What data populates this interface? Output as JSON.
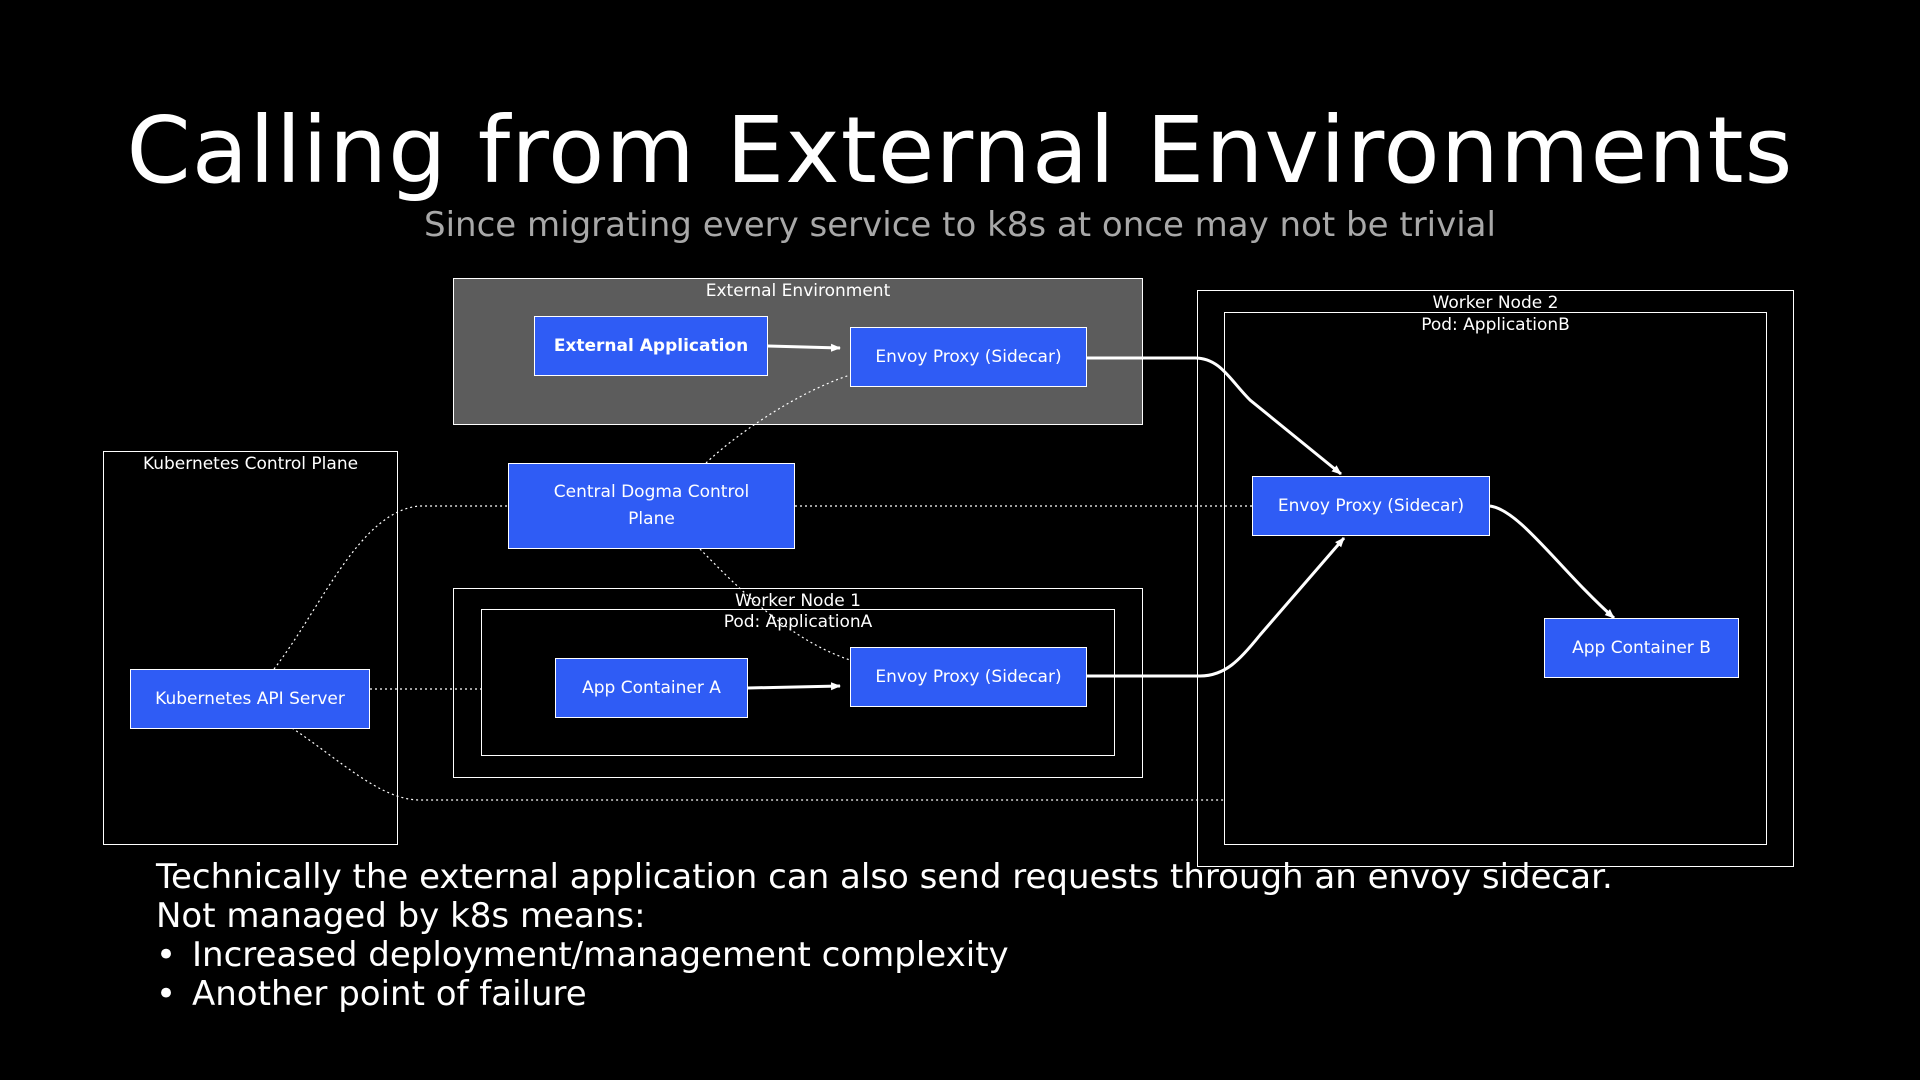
{
  "slide": {
    "title": "Calling from External Environments",
    "subtitle": "Since migrating every service to k8s at once may not be trivial"
  },
  "diagram": {
    "colors": {
      "node_fill": "#2f5cf5",
      "external_env_fill": "#5c5c5c",
      "background": "#000000",
      "edge": "#ffffff"
    },
    "groups": {
      "external_env": "External Environment",
      "k8s_control_plane": "Kubernetes Control Plane",
      "worker_node_1": "Worker Node 1",
      "pod_application_a": "Pod: ApplicationA",
      "worker_node_2": "Worker Node 2",
      "pod_application_b": "Pod: ApplicationB"
    },
    "nodes": {
      "external_application": "External Application",
      "envoy_proxy_external": "Envoy Proxy (Sidecar)",
      "central_dogma": "Central Dogma Control Plane",
      "kubernetes_api_server": "Kubernetes API Server",
      "app_container_a": "App Container A",
      "envoy_proxy_a": "Envoy Proxy (Sidecar)",
      "envoy_proxy_b": "Envoy Proxy (Sidecar)",
      "app_container_b": "App Container B"
    },
    "edges": [
      {
        "from": "External Application",
        "to": "Envoy Proxy (Sidecar)",
        "style": "solid"
      },
      {
        "from": "Envoy Proxy (Sidecar)",
        "to": "Envoy Proxy (Sidecar)",
        "style": "solid"
      },
      {
        "from": "App Container A",
        "to": "Envoy Proxy (Sidecar)",
        "style": "solid"
      },
      {
        "from": "Envoy Proxy (Sidecar)",
        "to": "Envoy Proxy (Sidecar)",
        "style": "solid"
      },
      {
        "from": "Envoy Proxy (Sidecar)",
        "to": "App Container B",
        "style": "solid"
      },
      {
        "from": "Central Dogma Control Plane",
        "to": "Envoy Proxy (Sidecar)",
        "style": "dotted"
      },
      {
        "from": "Central Dogma Control Plane",
        "to": "Envoy Proxy (Sidecar)",
        "style": "dotted"
      },
      {
        "from": "Central Dogma Control Plane",
        "to": "Envoy Proxy (Sidecar)",
        "style": "dotted"
      },
      {
        "from": "Kubernetes API Server",
        "to": "Central Dogma Control Plane",
        "style": "dotted"
      },
      {
        "from": "Kubernetes API Server",
        "to": "Pod: ApplicationA",
        "style": "dotted"
      },
      {
        "from": "Kubernetes API Server",
        "to": "Pod: ApplicationB",
        "style": "dotted"
      }
    ]
  },
  "notes": {
    "line1": "Technically the external application can also send requests through an envoy sidecar.",
    "line2": "Not managed by k8s means:",
    "bullet_char": "•",
    "bullets": [
      "Increased deployment/management complexity",
      "Another point of failure"
    ]
  }
}
